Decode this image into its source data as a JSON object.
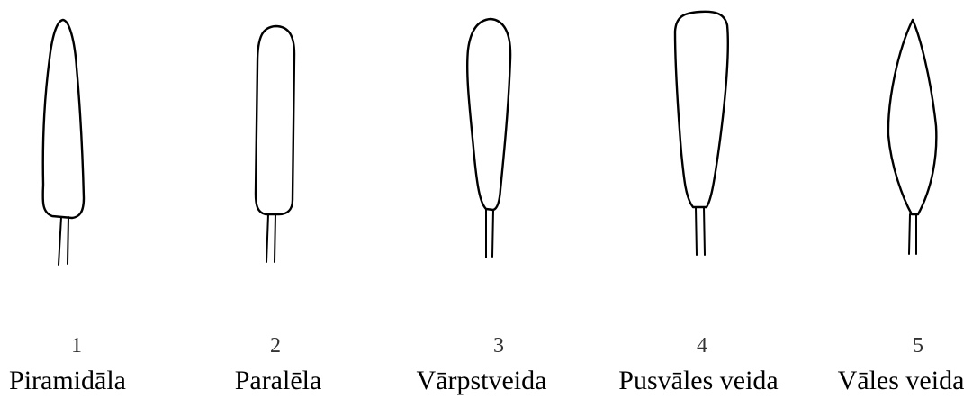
{
  "figures": [
    {
      "number": "1",
      "name": "Piramidāla",
      "shape": "pyramidal"
    },
    {
      "number": "2",
      "name": "Paralēla",
      "shape": "parallel"
    },
    {
      "number": "3",
      "name": "Vārpstveida",
      "shape": "spindle"
    },
    {
      "number": "4",
      "name": "Pusvāles veida",
      "shape": "half-roller"
    },
    {
      "number": "5",
      "name": "Vāles veida",
      "shape": "roller"
    }
  ]
}
